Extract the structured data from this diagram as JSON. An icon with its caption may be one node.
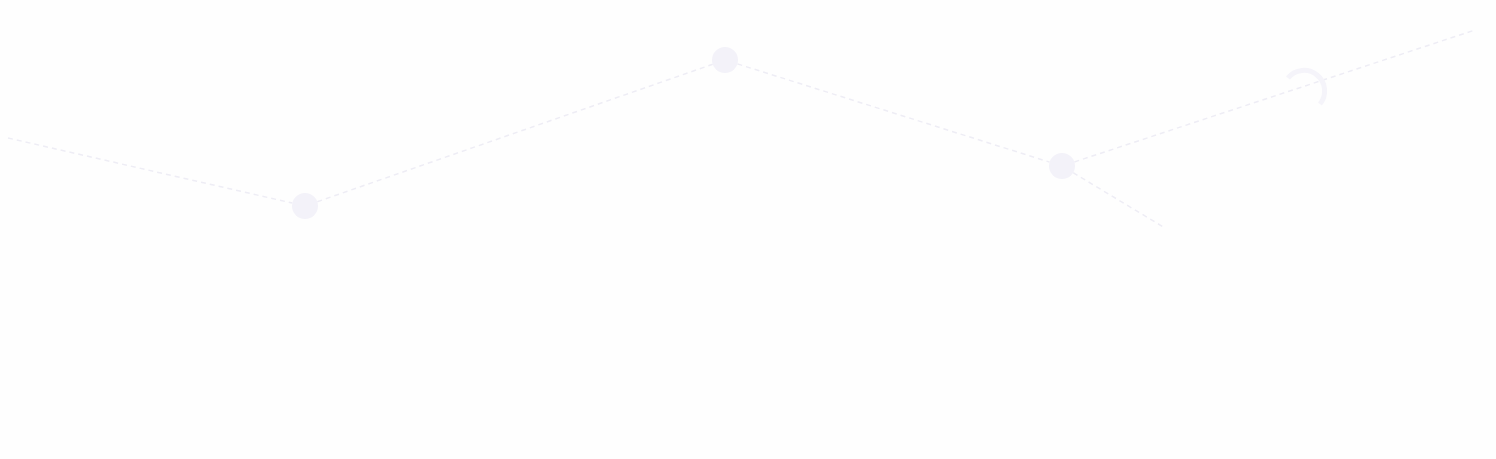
{
  "diagram": {
    "nodes": [
      {
        "text": [],
        "shape": "circle"
      },
      {
        "text": [],
        "shape": "circle"
      },
      {
        "text": [],
        "shape": "circle"
      }
    ],
    "edges": [
      {
        "from": null,
        "to": 0,
        "arrow": "none",
        "style": "dashed"
      },
      {
        "from": 0,
        "to": 1,
        "arrow": "none",
        "style": "dashed"
      },
      {
        "from": 1,
        "to": 2,
        "arrow": "none",
        "style": "dashed"
      },
      {
        "from": 2,
        "to": null,
        "arrow": "none",
        "style": "dashed"
      },
      {
        "from": 2,
        "to": null,
        "arrow": "none",
        "style": "dashed"
      }
    ]
  }
}
